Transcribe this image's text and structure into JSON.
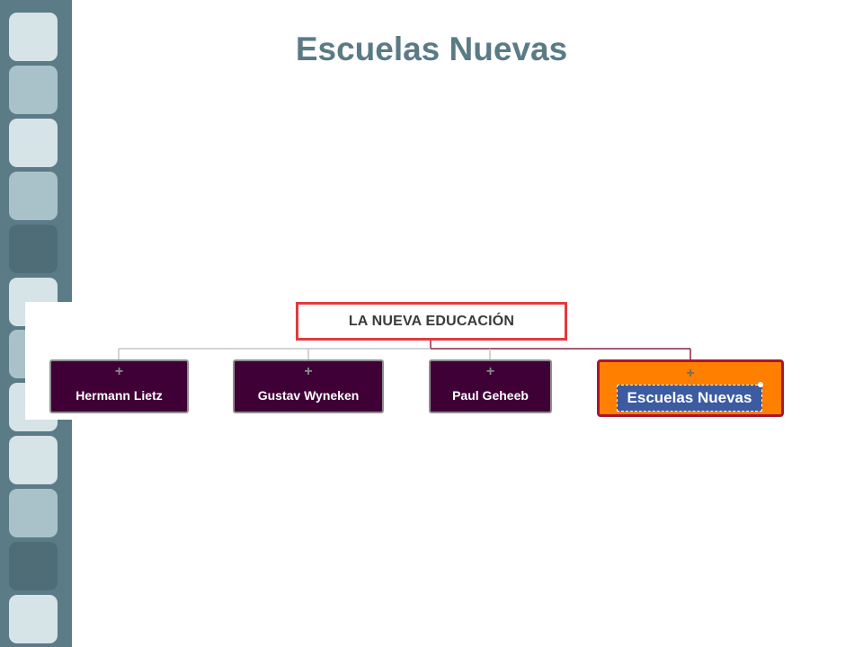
{
  "slide": {
    "title": "Escuelas Nuevas",
    "colors": {
      "title": "#5a7b86",
      "filmstrip": "#5b7b86",
      "background": "#ffffff"
    }
  },
  "filmstrip": {
    "frame_colors": [
      "#d6e3e7",
      "#a9c2c9",
      "#d6e3e7",
      "#a9c2c9",
      "#4f6d77",
      "#d6e3e7",
      "#a9c2c9",
      "#d6e3e7",
      "#d6e3e7",
      "#a9c2c9",
      "#4f6d77",
      "#d6e3e7"
    ]
  },
  "mindmap": {
    "root": {
      "label": "LA NUEVA EDUCACIÓN"
    },
    "children": [
      {
        "label": "Hermann Lietz",
        "expand_glyph": "+"
      },
      {
        "label": "Gustav Wyneken",
        "expand_glyph": "+"
      },
      {
        "label": "Paul Geheeb",
        "expand_glyph": "+"
      },
      {
        "label": "Escuelas Nuevas",
        "expand_glyph": "+",
        "selected": true,
        "editing": true
      }
    ],
    "colors": {
      "root_border": "#e23a3f",
      "node_fill": "#3f0036",
      "node_border": "#8f8f8f",
      "node_text": "#ffffff",
      "expand_glyph": "#8a8a8a",
      "selected_fill": "#ff7f00",
      "selected_border": "#a8172f",
      "edit_box_fill": "#3c5ba0",
      "connector": "#c6c6c6",
      "active_connector": "#8e2343"
    }
  }
}
